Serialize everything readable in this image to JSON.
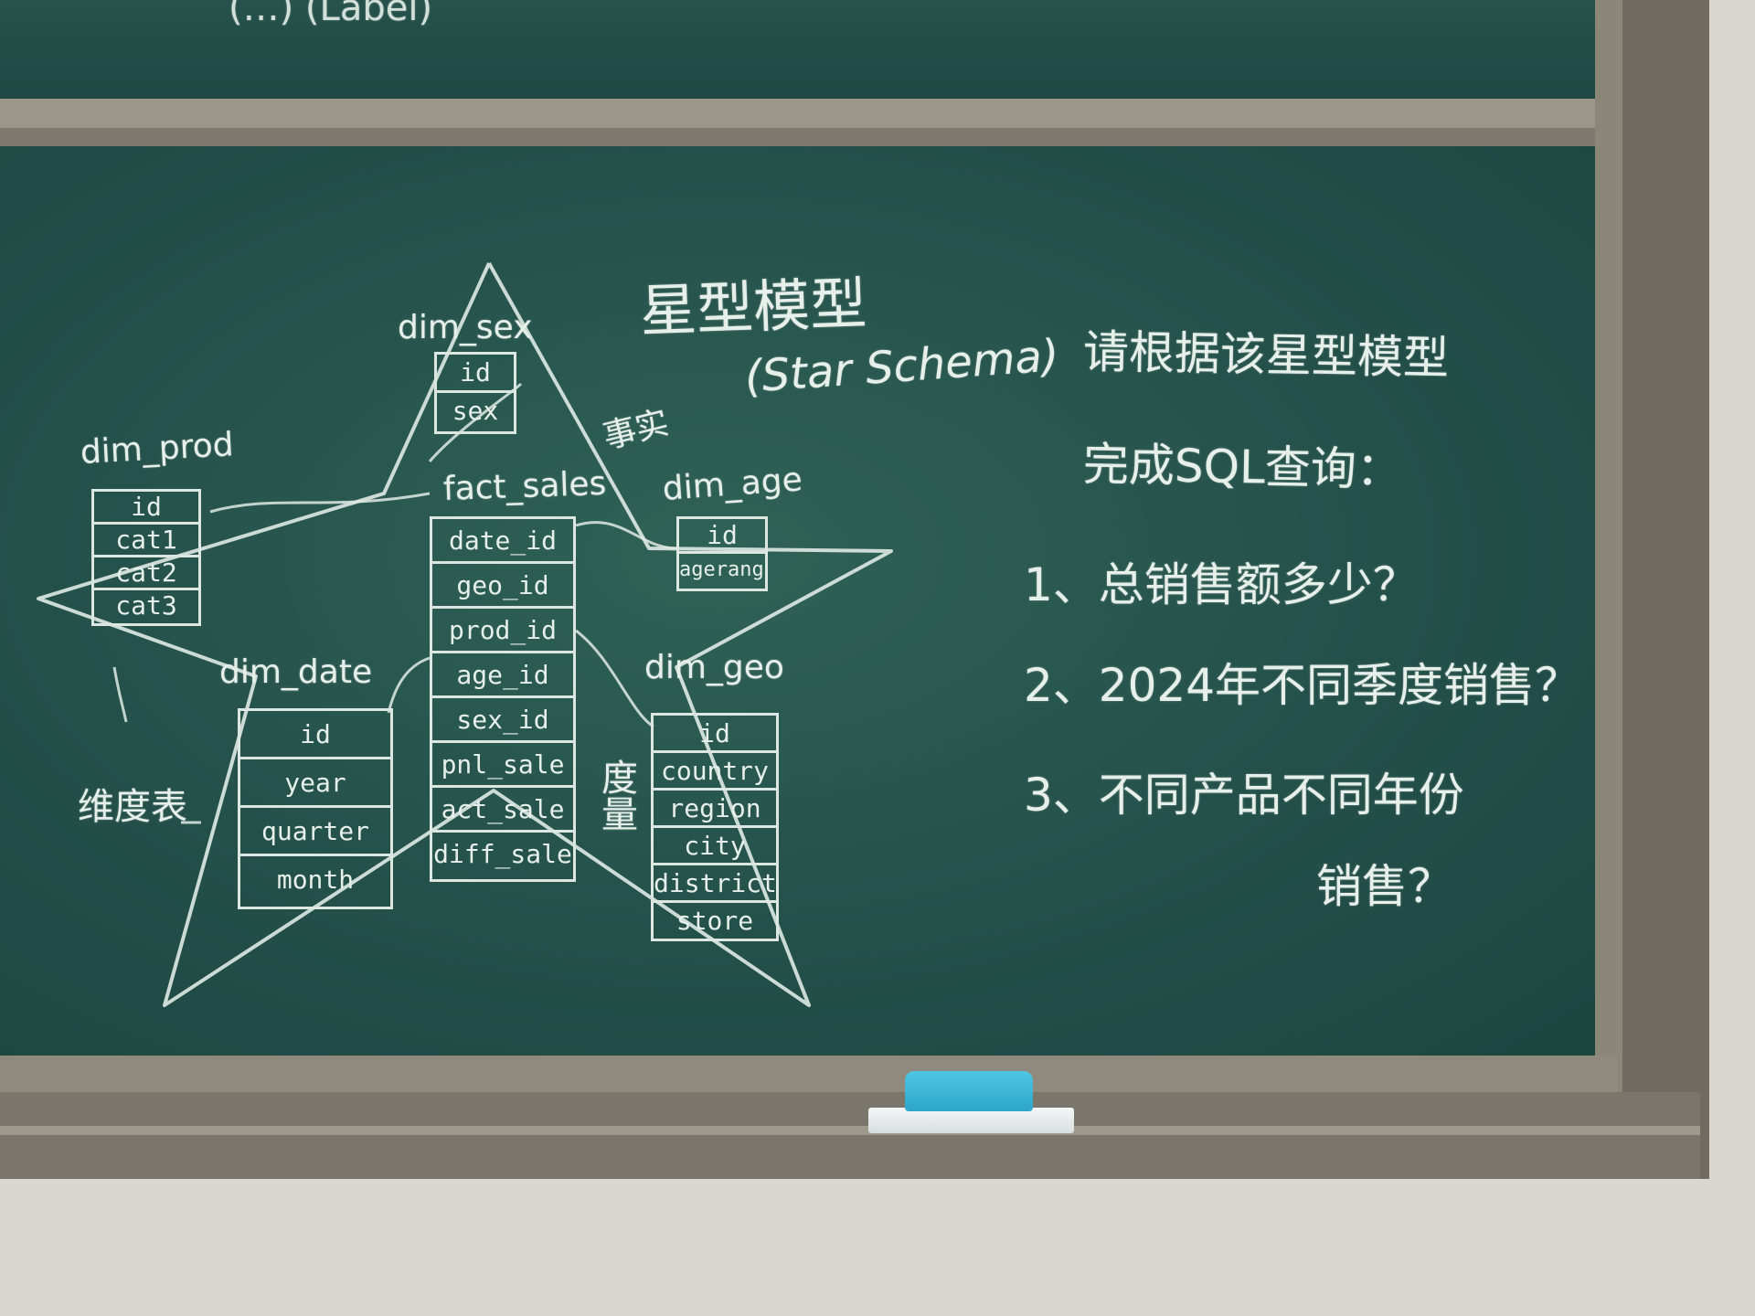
{
  "top_board_text": "(…) (Label)",
  "title": "星型模型",
  "subtitle": "(Star Schema)",
  "prompt_line1": "请根据该星型模型",
  "prompt_line2": "完成SQL查询：",
  "questions": [
    "1、总销售额多少？",
    "2、2024年不同季度销售？",
    "3、不同产品不同年份",
    "销售？"
  ],
  "side_note_dim_table": "维度表",
  "side_note_fact": "事实",
  "side_note_metric": "度量",
  "tables": {
    "dim_sex": {
      "name": "dim_sex",
      "fields": [
        "id",
        "sex"
      ]
    },
    "dim_prod": {
      "name": "dim_prod",
      "fields": [
        "id",
        "cat1",
        "cat2",
        "cat3"
      ]
    },
    "fact_sales": {
      "name": "fact_sales",
      "fields": [
        "date_id",
        "geo_id",
        "prod_id",
        "age_id",
        "sex_id",
        "pnl_sale",
        "act_sale",
        "diff_sale"
      ]
    },
    "dim_age": {
      "name": "dim_age",
      "fields": [
        "id",
        "agerange"
      ]
    },
    "dim_date": {
      "name": "dim_date",
      "fields": [
        "id",
        "year",
        "quarter",
        "month"
      ]
    },
    "dim_geo": {
      "name": "dim_geo",
      "fields": [
        "id",
        "country",
        "region",
        "city",
        "district",
        "store"
      ]
    }
  },
  "colors": {
    "chalkboard": "#24504a",
    "chalk": "#e6efe9",
    "frame": "#8b8678",
    "wall": "#d9d6cf",
    "eraser": "#3bb5d8"
  }
}
